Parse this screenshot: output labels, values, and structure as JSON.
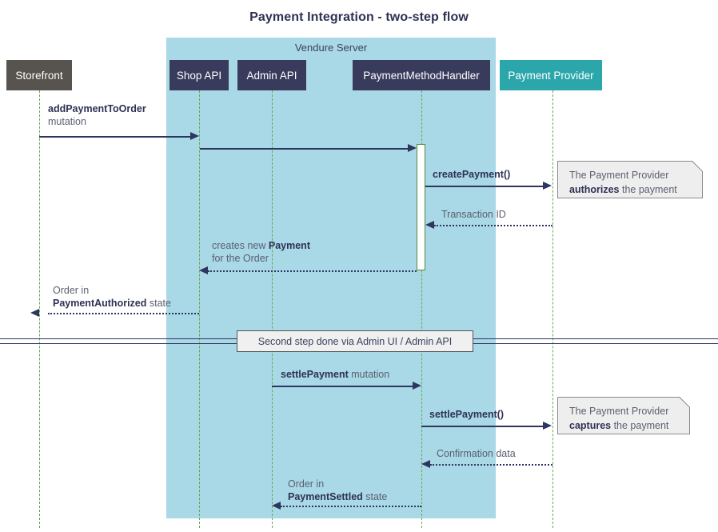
{
  "title": "Payment Integration - two-step flow",
  "group": {
    "label": "Vendure Server",
    "color": "#a9d8e6"
  },
  "colors": {
    "actor_gray": "#57534e",
    "participant_navy": "#383b5c",
    "provider_teal": "#2ba7ac",
    "lifeline_green": "#6aa84f",
    "arrow_navy": "#2e3560",
    "note_gray": "#eeeeee",
    "title_navy": "#2e3154",
    "label_gray": "#5a6070"
  },
  "participants": [
    {
      "id": "storefront",
      "label": "Storefront",
      "style": "actor"
    },
    {
      "id": "shop-api",
      "label": "Shop API",
      "style": "participant"
    },
    {
      "id": "admin-api",
      "label": "Admin API",
      "style": "participant"
    },
    {
      "id": "payment-method-handler",
      "label": "PaymentMethodHandler",
      "style": "participant"
    },
    {
      "id": "payment-provider",
      "label": "Payment Provider",
      "style": "external"
    }
  ],
  "messages": [
    {
      "id": "add-payment-to-order",
      "from": "storefront",
      "to": "shop-api",
      "kind": "call",
      "label_bold": "addPaymentToOrder",
      "label_plain": "mutation"
    },
    {
      "id": "shop-api-to-handler",
      "from": "shop-api",
      "to": "payment-method-handler",
      "kind": "call",
      "label_bold": "",
      "label_plain": ""
    },
    {
      "id": "create-payment",
      "from": "payment-method-handler",
      "to": "payment-provider",
      "kind": "call",
      "label_bold": "createPayment()",
      "label_plain": ""
    },
    {
      "id": "transaction-id",
      "from": "payment-provider",
      "to": "payment-method-handler",
      "kind": "return",
      "label_bold": "",
      "label_plain": "Transaction ID"
    },
    {
      "id": "creates-new-payment",
      "from": "payment-method-handler",
      "to": "shop-api",
      "kind": "return",
      "label_line1_plain": "creates new ",
      "label_line1_bold": "Payment",
      "label_line2_plain": "for the Order"
    },
    {
      "id": "order-payment-authorized",
      "from": "shop-api",
      "to": "storefront",
      "kind": "return",
      "label_line1_plain": "Order in",
      "label_line2_bold": "PaymentAuthorized",
      "label_line2_plain": " state"
    },
    {
      "id": "settle-payment-mutation",
      "from": "admin-api",
      "to": "payment-method-handler",
      "kind": "call",
      "label_bold": "settlePayment",
      "label_plain": " mutation"
    },
    {
      "id": "settle-payment-call",
      "from": "payment-method-handler",
      "to": "payment-provider",
      "kind": "call",
      "label_bold": "settlePayment()",
      "label_plain": ""
    },
    {
      "id": "confirmation-data",
      "from": "payment-provider",
      "to": "payment-method-handler",
      "kind": "return",
      "label_bold": "",
      "label_plain": "Confirmation data"
    },
    {
      "id": "order-payment-settled",
      "from": "payment-method-handler",
      "to": "admin-api",
      "kind": "return",
      "label_line1_plain": "Order in",
      "label_line2_bold": "PaymentSettled",
      "label_line2_plain": " state"
    }
  ],
  "notes": [
    {
      "id": "note-authorizes",
      "line1": "The Payment Provider",
      "bold": "authorizes",
      "line2_suffix": " the payment"
    },
    {
      "id": "note-captures",
      "line1": "The Payment Provider",
      "bold": "captures",
      "line2_suffix": " the payment"
    }
  ],
  "divider": {
    "label": "Second step done via Admin UI / Admin API"
  }
}
